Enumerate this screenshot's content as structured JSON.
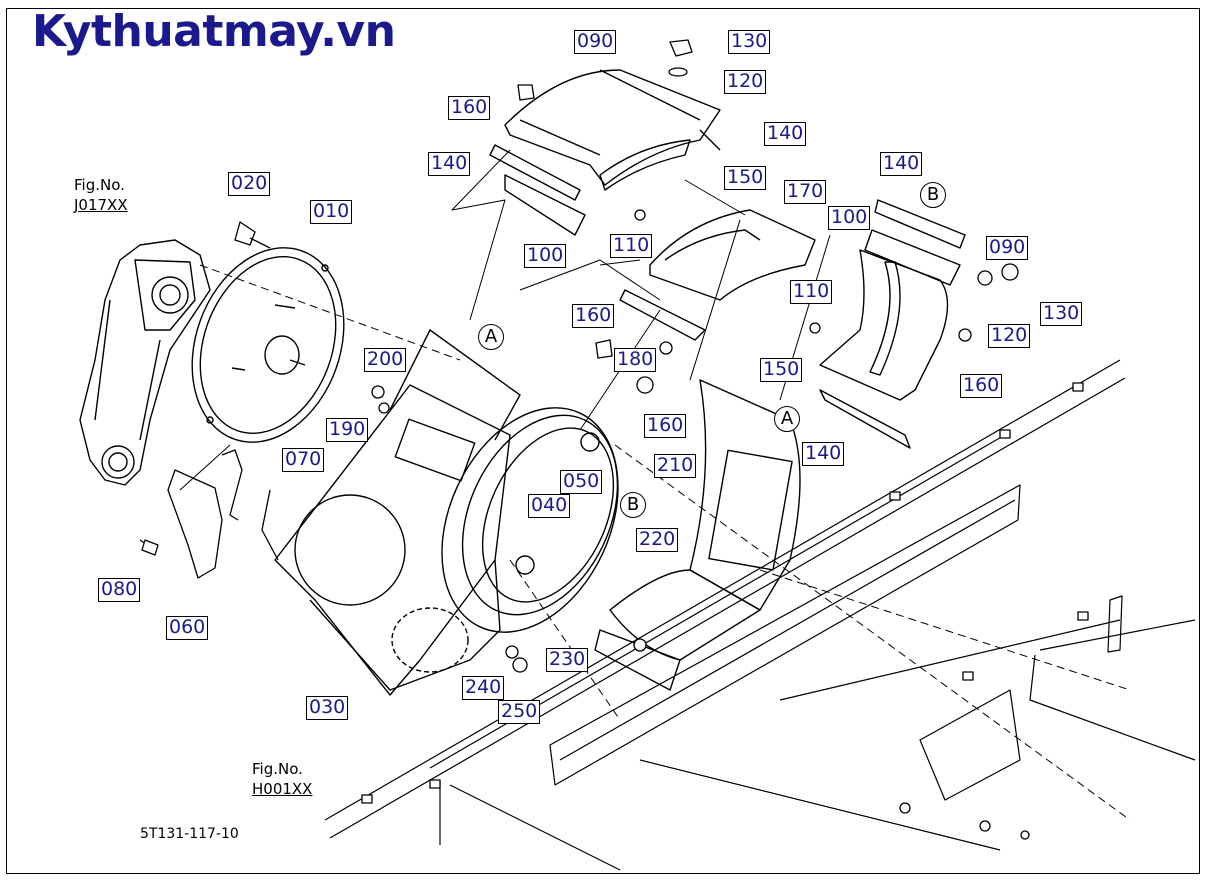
{
  "brand": {
    "text": "Kythuatmay.vn",
    "color": "#1a1a8c"
  },
  "colors": {
    "label_text": "#1a1a8c",
    "line": "#000000",
    "dash": "#000000"
  },
  "part_labels": [
    "090",
    "130",
    "120",
    "160",
    "140",
    "140",
    "150",
    "170",
    "140",
    "100",
    "110",
    "090",
    "130",
    "120",
    "110",
    "100",
    "160",
    "150",
    "020",
    "010",
    "160",
    "180",
    "200",
    "190",
    "160",
    "140",
    "070",
    "210",
    "050",
    "040",
    "220",
    "080",
    "060",
    "230",
    "240",
    "250",
    "030"
  ],
  "refs": {
    "fig1_title": "Fig.No.",
    "fig1_code": "J017XX",
    "fig2_title": "Fig.No.",
    "fig2_code": "H001XX"
  },
  "markers": [
    "A",
    "B",
    "A",
    "B"
  ],
  "drawing_code": "5T131-117-10"
}
